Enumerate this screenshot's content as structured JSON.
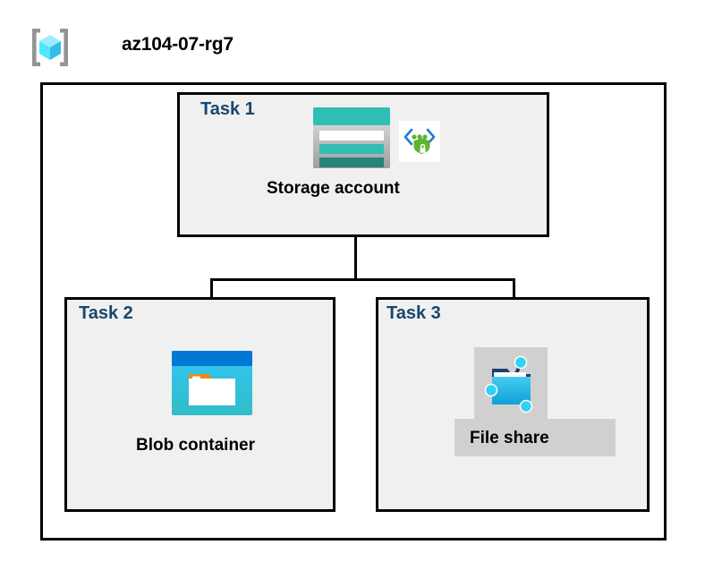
{
  "header": {
    "title": "az104-07-rg7",
    "icon": "resource-group-icon"
  },
  "diagram": {
    "type": "azure-architecture-diagram",
    "container_label": "az104-07-rg7",
    "tasks": [
      {
        "id": "task1",
        "label": "Task 1",
        "node_caption": "Storage account",
        "icons": [
          "storage-account-icon",
          "secure-endpoint-icon"
        ]
      },
      {
        "id": "task2",
        "label": "Task 2",
        "node_caption": "Blob container",
        "icons": [
          "blob-container-icon"
        ]
      },
      {
        "id": "task3",
        "label": "Task 3",
        "node_caption": "File share",
        "icons": [
          "file-share-icon"
        ]
      }
    ],
    "connections": [
      {
        "from": "Storage account",
        "to": "Blob container"
      },
      {
        "from": "Storage account",
        "to": "File share"
      }
    ]
  },
  "colors": {
    "task_label": "#16476f",
    "box_fill": "#f0f0f0",
    "border": "#000000",
    "canvas": "#ffffff",
    "storage_teal": "#32bfb3",
    "storage_teal_dark": "#27847c",
    "blob_blue": "#0078d4",
    "blob_cyan": "#32c5f4",
    "blob_orange": "#f2870d",
    "fileshare_blue": "#32bdea",
    "fileshare_navy": "#1a3f6e",
    "rg_cube_cyan": "#50e6ff",
    "shield_green": "#5db435",
    "label_bg_gray": "#d0d0d0"
  }
}
